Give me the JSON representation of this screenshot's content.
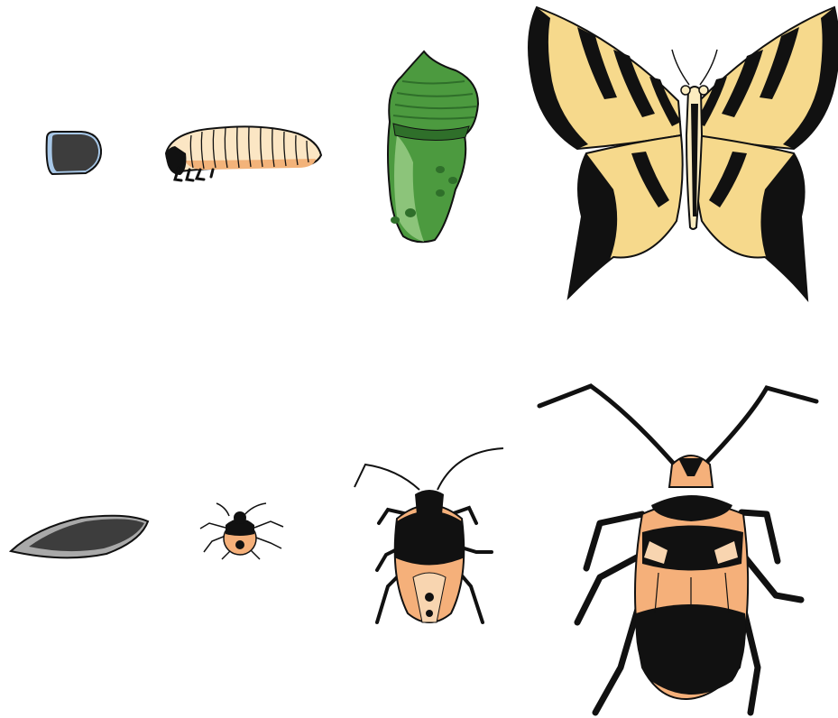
{
  "diagram": {
    "rows": [
      {
        "name": "complete-metamorphosis",
        "stages": [
          {
            "id": "egg",
            "icon": "butterfly-egg-icon"
          },
          {
            "id": "larva",
            "icon": "caterpillar-icon"
          },
          {
            "id": "pupa",
            "icon": "chrysalis-icon"
          },
          {
            "id": "adult",
            "icon": "swallowtail-butterfly-icon"
          }
        ]
      },
      {
        "name": "incomplete-metamorphosis",
        "stages": [
          {
            "id": "egg",
            "icon": "bug-egg-icon"
          },
          {
            "id": "early-nymph",
            "icon": "small-nymph-icon"
          },
          {
            "id": "late-nymph",
            "icon": "large-nymph-icon"
          },
          {
            "id": "adult",
            "icon": "milkweed-bug-icon"
          }
        ]
      }
    ],
    "colors": {
      "outline": "#111111",
      "egg_dark": "#3d3d3d",
      "egg_rim": "#a8c8e8",
      "egg_rim_grey": "#a9a9a9",
      "larva_cream": "#fbe6c4",
      "larva_orange": "#f3b37a",
      "pupa_green": "#4c9a3f",
      "pupa_light": "#8cc47a",
      "pupa_dark": "#2f6f2a",
      "wing_yellow": "#f6d98c",
      "wing_pale": "#fbecc0",
      "bug_orange": "#f5b07a",
      "bug_pale": "#f8d5b0",
      "bug_black": "#0d0d0d"
    }
  }
}
